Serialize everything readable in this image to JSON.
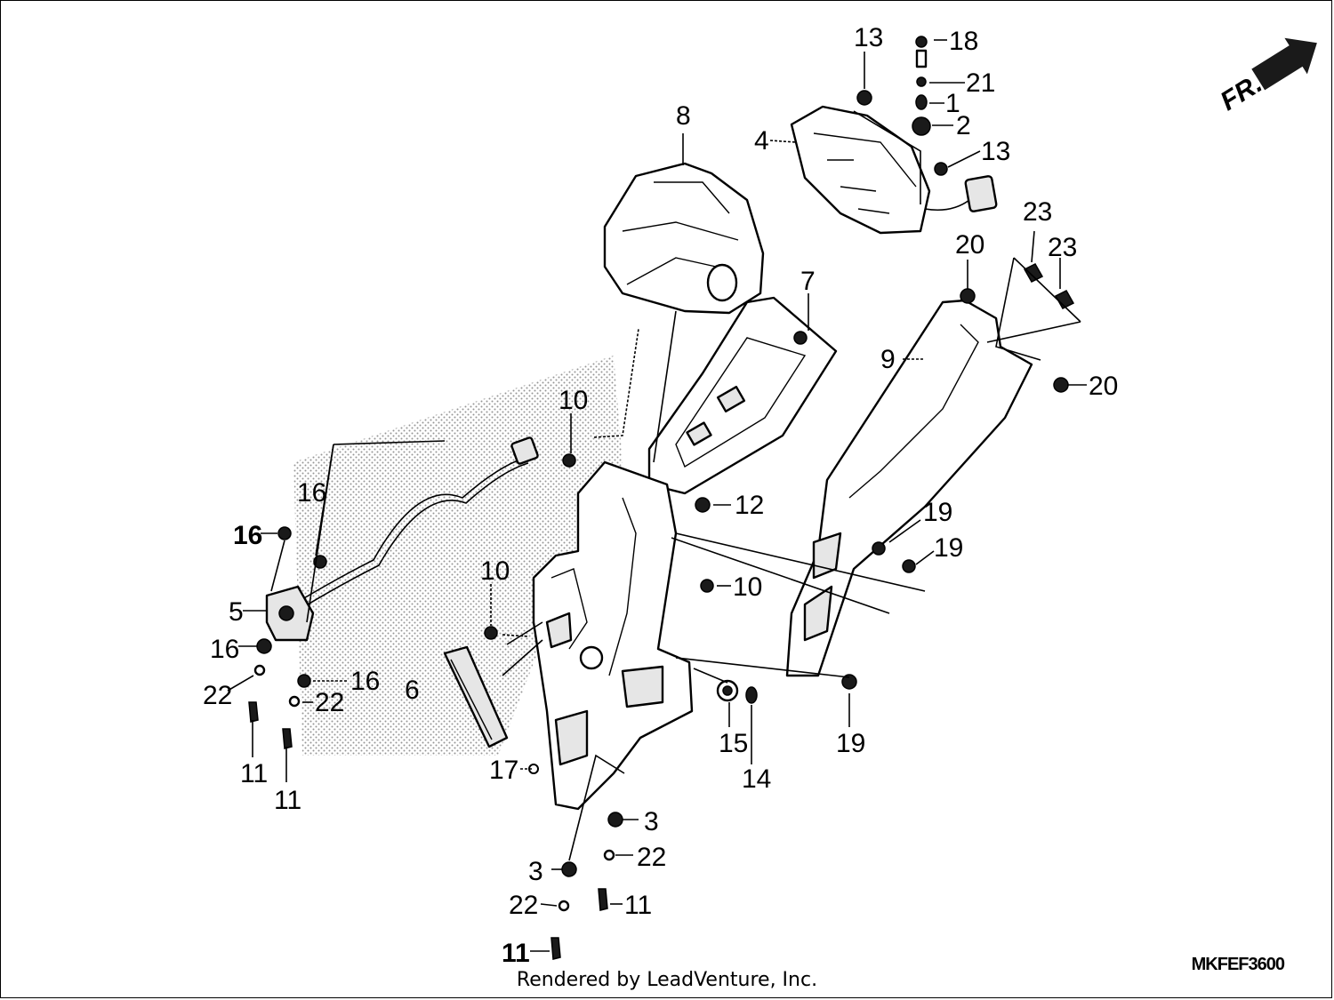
{
  "callouts": {
    "c1": "1",
    "c2": "2",
    "c3a": "3",
    "c3b": "3",
    "c4": "4",
    "c5": "5",
    "c6": "6",
    "c7": "7",
    "c8": "8",
    "c9": "9",
    "c10a": "10",
    "c10b": "10",
    "c10c": "10",
    "c11a": "11",
    "c11b": "11",
    "c11c": "11",
    "c11d": "11",
    "c12": "12",
    "c13a": "13",
    "c13b": "13",
    "c14": "14",
    "c15": "15",
    "c16a": "16",
    "c16b": "16",
    "c16c": "16",
    "c16d": "16",
    "c17": "17",
    "c18": "18",
    "c19a": "19",
    "c19b": "19",
    "c19c": "19",
    "c20a": "20",
    "c20b": "20",
    "c21": "21",
    "c22a": "22",
    "c22b": "22",
    "c22c": "22",
    "c22d": "22",
    "c23a": "23",
    "c23b": "23"
  },
  "direction_label": "FR.",
  "diagram_code": "MKFEF3600",
  "footer": "Rendered by LeadVenture, Inc."
}
